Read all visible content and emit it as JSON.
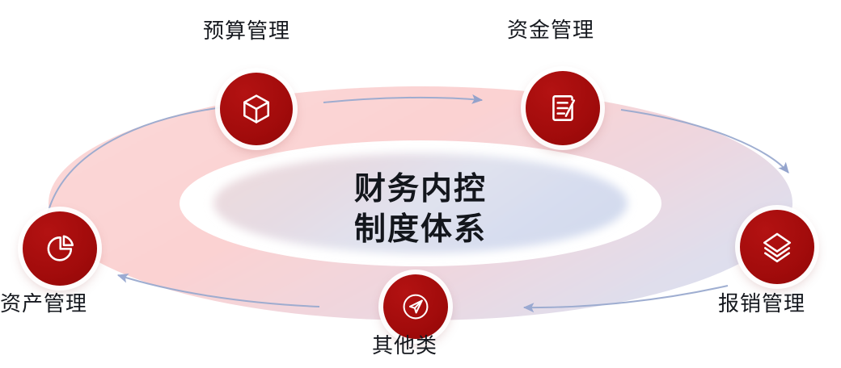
{
  "diagram": {
    "type": "cycle-ring",
    "center": {
      "line1": "财务内控",
      "line2": "制度体系"
    },
    "colors": {
      "node_red": "#A60C0C",
      "ring_pink": "#F9D3D3",
      "ring_lavender": "#DDE0EE",
      "arrow_blue": "#8C9CC8",
      "text_dark": "#15181E",
      "background": "#FFFFFF"
    },
    "flow_direction": "clockwise",
    "nodes": [
      {
        "id": "budget",
        "label": "预算管理",
        "icon": "cube-icon",
        "position": "top-left"
      },
      {
        "id": "funds",
        "label": "资金管理",
        "icon": "document-edit-icon",
        "position": "top-right"
      },
      {
        "id": "reimbursement",
        "label": "报销管理",
        "icon": "layers-icon",
        "position": "right"
      },
      {
        "id": "other",
        "label": "其他类",
        "icon": "paper-plane-icon",
        "position": "bottom"
      },
      {
        "id": "assets",
        "label": "资产管理",
        "icon": "pie-chart-icon",
        "position": "left"
      }
    ],
    "arrows": [
      {
        "id": "arrow-top-left",
        "direction": "right"
      },
      {
        "id": "arrow-top-center",
        "direction": "right"
      },
      {
        "id": "arrow-top-right",
        "direction": "down-right"
      },
      {
        "id": "arrow-bottom-right",
        "direction": "left"
      },
      {
        "id": "arrow-bottom-left",
        "direction": "up-left"
      }
    ]
  }
}
